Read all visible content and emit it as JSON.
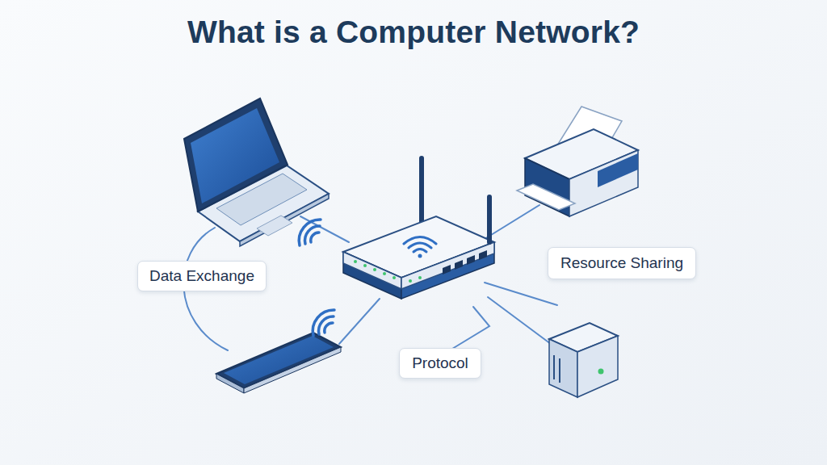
{
  "diagram": {
    "title": "What is a Computer Network?",
    "nodes": [
      {
        "text": [
          "Data Exchange"
        ]
      },
      {
        "text": [
          "Resource Sharing"
        ]
      },
      {
        "text": [
          "Protocol"
        ]
      }
    ]
  }
}
